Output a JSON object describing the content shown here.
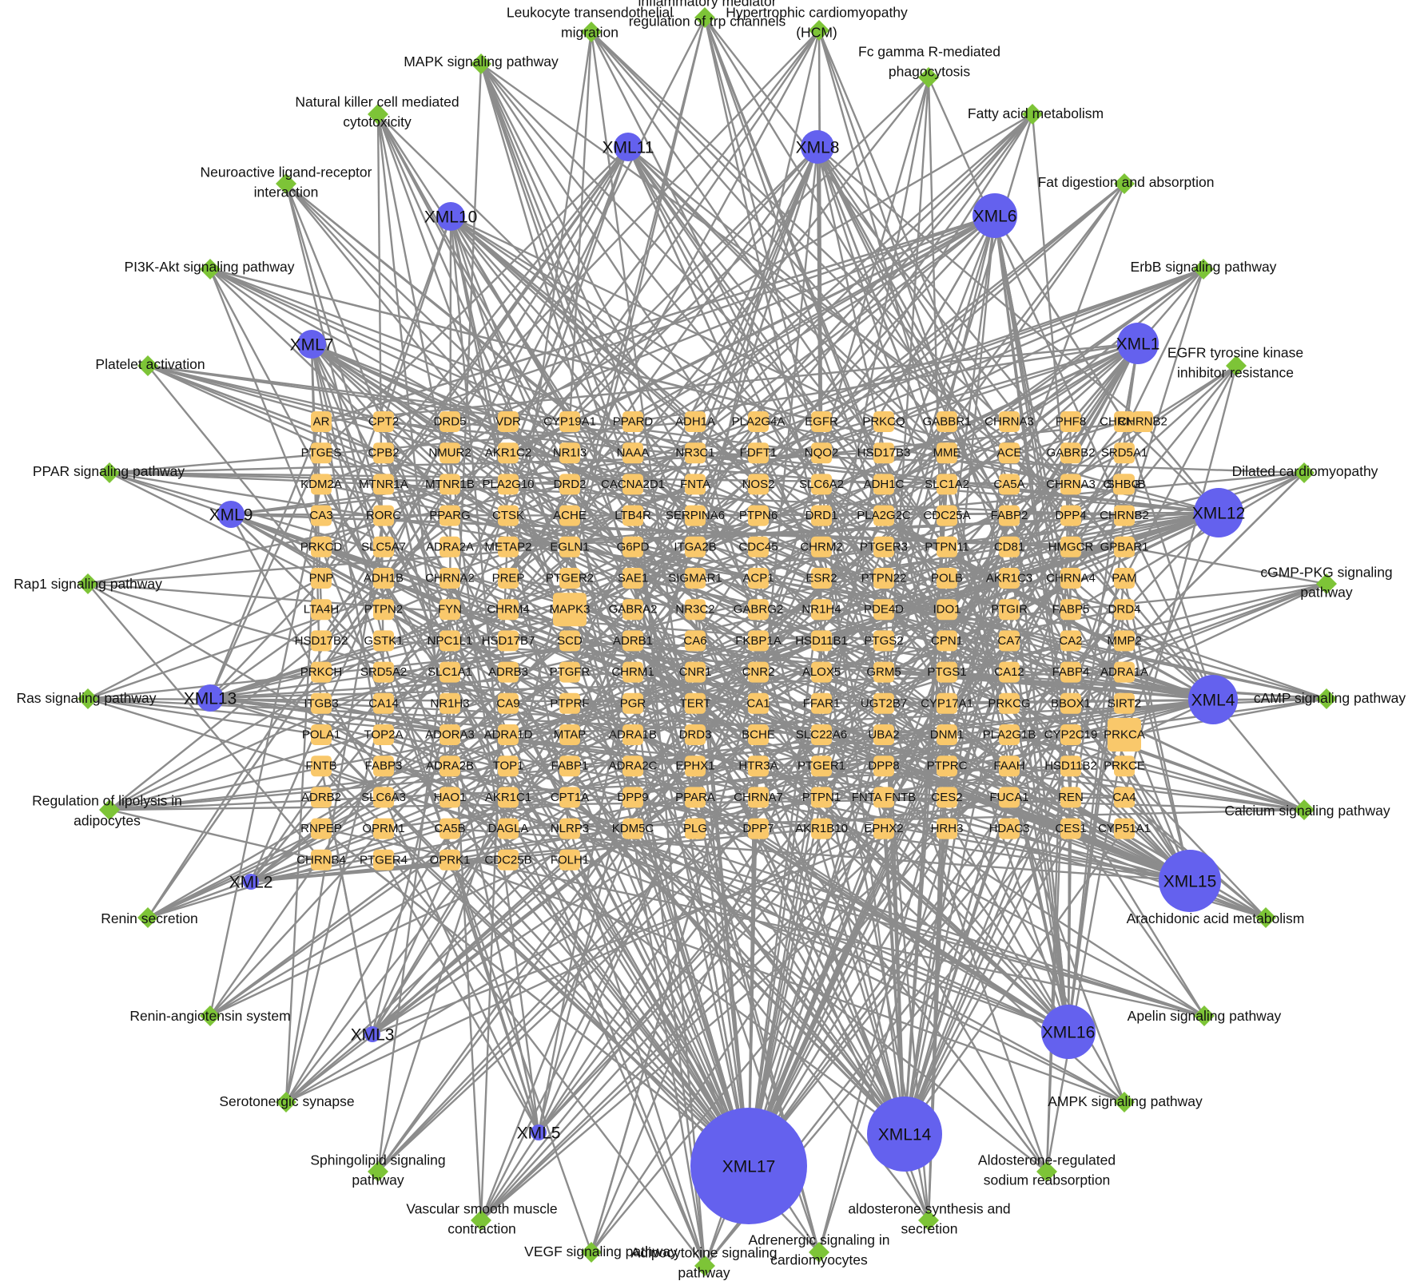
{
  "colors": {
    "compound": "#6461ee",
    "pathway": "#7dc437",
    "target": "#f9c86b",
    "edge": "#8c8c8c"
  },
  "shapes": {
    "compound": "circle",
    "pathway": "diamond",
    "target": "rounded-rectangle"
  },
  "compounds": [
    {
      "id": "XML1",
      "label": "XML1"
    },
    {
      "id": "XML2",
      "label": "XML2"
    },
    {
      "id": "XML3",
      "label": "XML3"
    },
    {
      "id": "XML4",
      "label": "XML4"
    },
    {
      "id": "XML5",
      "label": "XML5"
    },
    {
      "id": "XML6",
      "label": "XML6"
    },
    {
      "id": "XML7",
      "label": "XML7"
    },
    {
      "id": "XML8",
      "label": "XML8"
    },
    {
      "id": "XML9",
      "label": "XML9"
    },
    {
      "id": "XML10",
      "label": "XML10"
    },
    {
      "id": "XML11",
      "label": "XML11"
    },
    {
      "id": "XML12",
      "label": "XML12"
    },
    {
      "id": "XML13",
      "label": "XML13"
    },
    {
      "id": "XML14",
      "label": "XML14"
    },
    {
      "id": "XML15",
      "label": "XML15"
    },
    {
      "id": "XML16",
      "label": "XML16"
    },
    {
      "id": "XML17",
      "label": "XML17"
    }
  ],
  "pathways": [
    {
      "id": "p_leuk",
      "lines": [
        "Leukocyte transendothelial",
        "migration"
      ]
    },
    {
      "id": "p_trp",
      "lines": [
        "inflammatory mediator",
        "regulation of trp channels"
      ]
    },
    {
      "id": "p_hcm",
      "lines": [
        "Hypertrophic cardiomyopathy",
        "(HCM)"
      ]
    },
    {
      "id": "p_mapk",
      "lines": [
        "MAPK signaling pathway"
      ]
    },
    {
      "id": "p_fcg",
      "lines": [
        "Fc gamma R-mediated",
        "phagocytosis"
      ]
    },
    {
      "id": "p_nk",
      "lines": [
        "Natural killer cell mediated",
        "cytotoxicity"
      ]
    },
    {
      "id": "p_fam",
      "lines": [
        "Fatty acid metabolism"
      ]
    },
    {
      "id": "p_neuro",
      "lines": [
        "Neuroactive ligand-receptor",
        "interaction"
      ]
    },
    {
      "id": "p_fatd",
      "lines": [
        "Fat digestion and absorption"
      ]
    },
    {
      "id": "p_pi3k",
      "lines": [
        "PI3K-Akt signaling pathway"
      ]
    },
    {
      "id": "p_erbb",
      "lines": [
        "ErbB signaling pathway"
      ]
    },
    {
      "id": "p_plt",
      "lines": [
        "Platelet activation"
      ]
    },
    {
      "id": "p_egfr",
      "lines": [
        "EGFR tyrosine kinase",
        "inhibitor resistance"
      ]
    },
    {
      "id": "p_ppar",
      "lines": [
        "PPAR signaling pathway"
      ]
    },
    {
      "id": "p_dcm",
      "lines": [
        "Dilated cardiomyopathy"
      ]
    },
    {
      "id": "p_rap1",
      "lines": [
        "Rap1 signaling pathway"
      ]
    },
    {
      "id": "p_cgmp",
      "lines": [
        "cGMP-PKG signaling",
        "pathway"
      ]
    },
    {
      "id": "p_ras",
      "lines": [
        "Ras signaling pathway"
      ]
    },
    {
      "id": "p_camp",
      "lines": [
        "cAMP signaling pathway"
      ]
    },
    {
      "id": "p_lipo",
      "lines": [
        "Regulation of lipolysis in",
        "adipocytes"
      ]
    },
    {
      "id": "p_calc",
      "lines": [
        "Calcium signaling pathway"
      ]
    },
    {
      "id": "p_renin",
      "lines": [
        "Renin secretion"
      ]
    },
    {
      "id": "p_ara",
      "lines": [
        "Arachidonic acid metabolism"
      ]
    },
    {
      "id": "p_ras2",
      "lines": [
        "Renin-angiotensin system"
      ]
    },
    {
      "id": "p_apelin",
      "lines": [
        "Apelin signaling pathway"
      ]
    },
    {
      "id": "p_sero",
      "lines": [
        "Serotonergic synapse"
      ]
    },
    {
      "id": "p_ampk",
      "lines": [
        "AMPK signaling pathway"
      ]
    },
    {
      "id": "p_sphingo",
      "lines": [
        "Sphingolipid signaling",
        "pathway"
      ]
    },
    {
      "id": "p_aldo",
      "lines": [
        "Aldosterone-regulated",
        "sodium reabsorption"
      ]
    },
    {
      "id": "p_vsm",
      "lines": [
        "Vascular smooth muscle",
        "contraction"
      ]
    },
    {
      "id": "p_aldos",
      "lines": [
        "aldosterone synthesis and",
        "secretion"
      ]
    },
    {
      "id": "p_vegf",
      "lines": [
        "VEGF signaling pathway"
      ]
    },
    {
      "id": "p_adipo",
      "lines": [
        "Adipocytokine signaling",
        "pathway"
      ]
    },
    {
      "id": "p_adren",
      "lines": [
        "Adrenergic signaling in",
        "cardiomyocytes"
      ]
    }
  ],
  "targets": [
    [
      "AR",
      "PTGES",
      "KDM2A",
      "CA3",
      "PRKCD",
      "PNP",
      "LTA4H",
      "HSD17B2",
      "PRKCH",
      "ITGB3",
      "POLA1",
      "FNTB",
      "ADRB2",
      "RNPEP",
      "CHRNB4"
    ],
    [
      "CPT2",
      "CPB2",
      "MTNR1A",
      "RORC",
      "SLC5A7",
      "ADH1B",
      "PTPN2",
      "GSTK1",
      "SRD5A2",
      "CA14",
      "TOP2A",
      "FABP3",
      "SLC6A3",
      "OPRM1",
      "PTGER4"
    ],
    [
      "DRD5",
      "NMUR2",
      "MTNR1B",
      "PPARG",
      "ADRA2A",
      "CHRNA2",
      "FYN",
      "NPC1L1",
      "SLC1A1",
      "NR1H3",
      "ADORA3",
      "ADRA2B",
      "HAO1",
      "CA5B",
      "OPRK1"
    ],
    [
      "VDR",
      "AKR1C2",
      "PLA2G10",
      "CTSK",
      "METAP2",
      "PREP",
      "CHRM4",
      "HSD17B7",
      "ADRB3",
      "CA9",
      "ADRA1D",
      "TOP1",
      "AKR1C1",
      "DAGLA",
      "CDC25B"
    ],
    [
      "CYP19A1",
      "NR1I3",
      "DRD2",
      "ACHE",
      "EGLN1",
      "PTGER2",
      "MAPK3",
      "SCD",
      "PTGFR",
      "PTPRF",
      "MTAP",
      "FABP1",
      "CPT1A",
      "NLRP3",
      "FOLH1"
    ],
    [
      "PPARD",
      "NAAA",
      "CACNA2D1",
      "LTB4R",
      "G6PD",
      "SAE1",
      "GABRA2",
      "ADRB1",
      "CHRM1",
      "PGR",
      "ADRA1B",
      "ADRA2C",
      "DPP9",
      "KDM5C"
    ],
    [
      "ADH1A",
      "NR3C1",
      "FNTA",
      "SERPINA6",
      "ITGA2B",
      "SIGMAR1",
      "NR3C2",
      "CA6",
      "CNR1",
      "TERT",
      "DRD3",
      "EPHX1",
      "PPARA",
      "PLG"
    ],
    [
      "PLA2G4A",
      "FDFT1",
      "NOS2",
      "PTPN6",
      "CDC45",
      "ACP1",
      "GABRG2",
      "FKBP1A",
      "CNR2",
      "CA1",
      "BCHE",
      "HTR3A",
      "CHRNA7",
      "DPP7"
    ],
    [
      "EGFR",
      "NQO2",
      "SLC6A2",
      "DRD1",
      "CHRM2",
      "ESR2",
      "NR1H4",
      "HSD11B1",
      "ALOX5",
      "FFAR1",
      "SLC22A6",
      "PTGER1",
      "PTPN1",
      "AKR1B10"
    ],
    [
      "PRKCQ",
      "HSD17B3",
      "ADH1C",
      "PLA2G2C",
      "PTGER3",
      "PTPN22",
      "PDE4D",
      "PTGS2",
      "GRM5",
      "UGT2B7",
      "UBA2",
      "DPP8",
      "FNTA FNTB",
      "EPHX2"
    ],
    [
      "GABBR1",
      "MME",
      "SLC1A2",
      "CDC25A",
      "PTPN11",
      "POLB",
      "IDO1",
      "CPN1",
      "PTGS1",
      "CYP17A1",
      "DNM1",
      "PTPRC",
      "CES2",
      "HRH3"
    ],
    [
      "CHRNA3",
      "ACE",
      "CA5A",
      "FABP2",
      "CD81",
      "AKR1C3",
      "PTGIR",
      "CA7",
      "CA12",
      "PRKCG",
      "PLA2G1B",
      "FAAH",
      "FUCA1",
      "HDAC3"
    ],
    [
      "PHF8",
      "GABRB2",
      "CHRNA3",
      "DPP4",
      "HMGCR",
      "CHRNA4",
      "FABP5",
      "CA2",
      "FABP4",
      "BBOX1",
      "CYP2C19",
      "HSD11B2",
      "REN",
      "CES1"
    ],
    [
      "CHRNA4",
      "SRD5A1",
      "CHRNB",
      "CHRNB2",
      "GPBAR1",
      "PAM",
      "DRD4",
      "MMP2",
      "ADRA1A",
      "SIRT2",
      "PRKCA",
      "PRKCE",
      "CA4",
      "CYP51A1"
    ],
    [
      "CHRNB2",
      "SHBG"
    ]
  ]
}
